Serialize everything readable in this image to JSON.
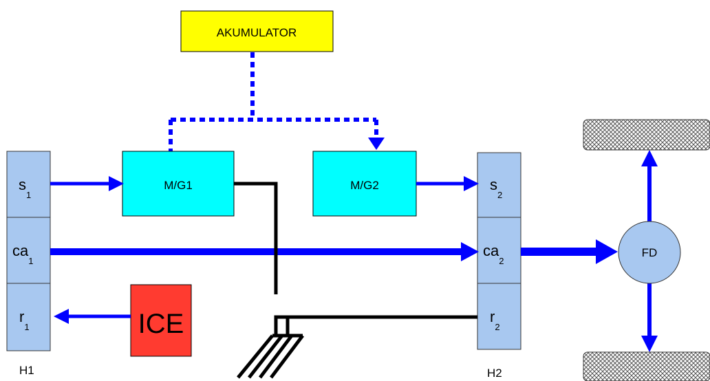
{
  "blocks": {
    "akumulator": "AKUMULATOR",
    "mg1": "M/G1",
    "mg2": "M/G2",
    "ice": "ICE",
    "fd": "FD"
  },
  "gears": {
    "h1": {
      "label": "H1",
      "s": "s",
      "s_sub": "1",
      "ca": "ca",
      "ca_sub": "1",
      "r": "r",
      "r_sub": "1"
    },
    "h2": {
      "label": "H2",
      "s": "s",
      "s_sub": "2",
      "ca": "ca",
      "ca_sub": "2",
      "r": "r",
      "r_sub": "2"
    }
  },
  "colors": {
    "akumulator_fill": "#ffff00",
    "mg_fill": "#00ffff",
    "ice_fill": "#ff3b30",
    "gear_fill": "#a8c8f0",
    "fd_fill": "#a8c8f0",
    "arrow": "#0000ff",
    "shaft": "#000000"
  }
}
